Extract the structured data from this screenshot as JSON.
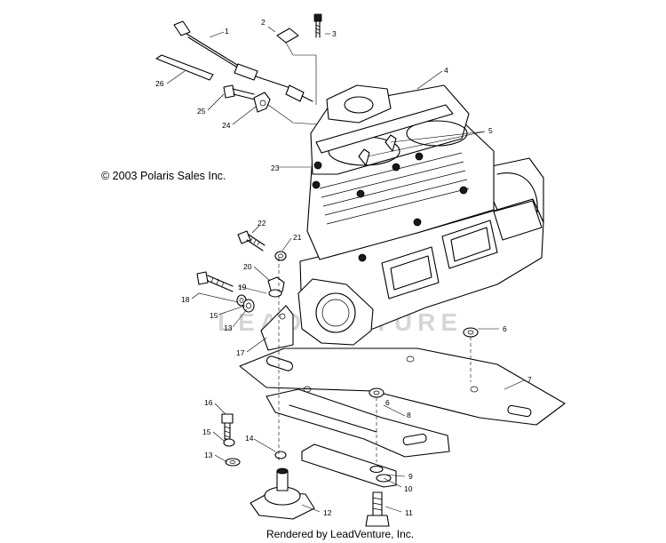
{
  "copyright": "© 2003 Polaris Sales Inc.",
  "footer": "Rendered by LeadVenture, Inc.",
  "watermark": "LEADVENTURE",
  "callouts": {
    "c1": "1",
    "c2": "2",
    "c3": "3",
    "c4": "4",
    "c5": "5",
    "c6a": "6",
    "c6b": "6",
    "c7": "7",
    "c8": "8",
    "c9": "9",
    "c10": "10",
    "c11": "11",
    "c12": "12",
    "c13a": "13",
    "c13b": "13",
    "c14": "14",
    "c15a": "15",
    "c15b": "15",
    "c16": "16",
    "c17": "17",
    "c18": "18",
    "c19": "19",
    "c20": "20",
    "c21": "21",
    "c22": "22",
    "c23": "23",
    "c24": "24",
    "c25": "25",
    "c26": "26"
  }
}
